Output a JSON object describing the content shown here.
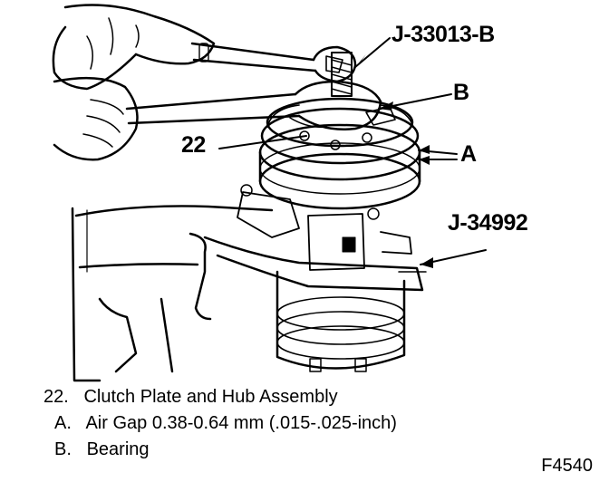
{
  "callouts": {
    "tool_top": "J-33013-B",
    "bearing": "B",
    "clutch_plate": "22",
    "air_gap": "A",
    "tool_side": "J-34992"
  },
  "legend": [
    {
      "key": "22.",
      "text": "Clutch Plate and Hub Assembly"
    },
    {
      "key": "A.",
      "text": "Air Gap 0.38-0.64 mm (.015-.025-inch)"
    },
    {
      "key": "B.",
      "text": "Bearing"
    }
  ],
  "figure_code": "F4540",
  "colors": {
    "ink": "#000000",
    "paper": "#ffffff"
  }
}
